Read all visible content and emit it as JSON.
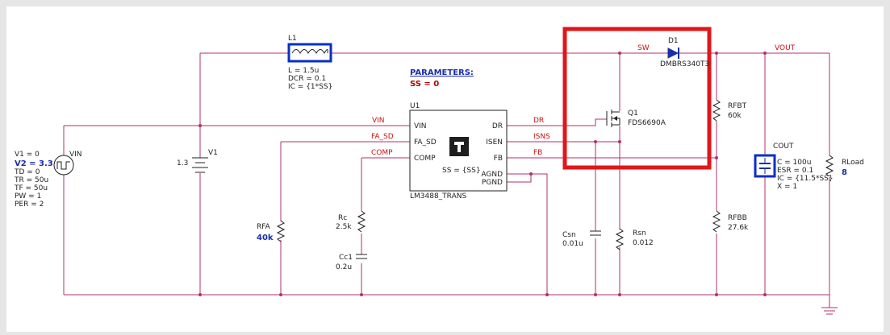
{
  "parameters": {
    "title": "PARAMETERS:",
    "value": "SS = 0"
  },
  "nets": {
    "vin": "VIN",
    "fa_sd": "FA_SD",
    "comp": "COMP",
    "dr": "DR",
    "isns": "ISNS",
    "fb": "FB",
    "sw": "SW",
    "vout": "VOUT"
  },
  "v2_source": {
    "name": "VIN",
    "v1": "V1 = 0",
    "v2": "V2 = 3.3",
    "td": "TD = 0",
    "tr": "TR = 50u",
    "tf": "TF = 50u",
    "pw": "PW = 1",
    "per": "PER = 2"
  },
  "v1_battery": {
    "name": "V1",
    "value": "1.3"
  },
  "inductor": {
    "name": "L1",
    "l": "L = 1.5u",
    "dcr": "DCR = 0.1",
    "ic": "IC = {1*SS}"
  },
  "ic": {
    "name": "U1",
    "part": "LM3488_TRANS",
    "pins_left": [
      "VIN",
      "FA_SD",
      "COMP"
    ],
    "pins_right": [
      "DR",
      "ISEN",
      "FB",
      "AGND",
      "PGND"
    ],
    "ss": "SS = {SS}"
  },
  "diode": {
    "name": "D1",
    "part": "DMBRS340T3"
  },
  "mosfet": {
    "name": "Q1",
    "part": "FDS6690A"
  },
  "rfbt": {
    "name": "RFBT",
    "value": "60k"
  },
  "rfbb": {
    "name": "RFBB",
    "value": "27.6k"
  },
  "rfa": {
    "name": "RFA",
    "value": "40k"
  },
  "rc": {
    "name": "Rc",
    "value": "2.5k"
  },
  "cc1": {
    "name": "Cc1",
    "value": "0.2u"
  },
  "csn": {
    "name": "Csn",
    "value": "0.01u"
  },
  "rsn": {
    "name": "Rsn",
    "value": "0.012"
  },
  "cout": {
    "name": "COUT",
    "c": "C = 100u",
    "esr": "ESR = 0.1",
    "ic": "IC = {11.5*SS}",
    "x": "X = 1"
  },
  "rload": {
    "name": "RLoad",
    "value": "8"
  },
  "colors": {
    "wire": "#b0306e",
    "net_label": "#cc1111",
    "value_blue": "#1a2ea8",
    "highlight_box": "#e0161b",
    "selection_box": "#0a2fc4"
  }
}
